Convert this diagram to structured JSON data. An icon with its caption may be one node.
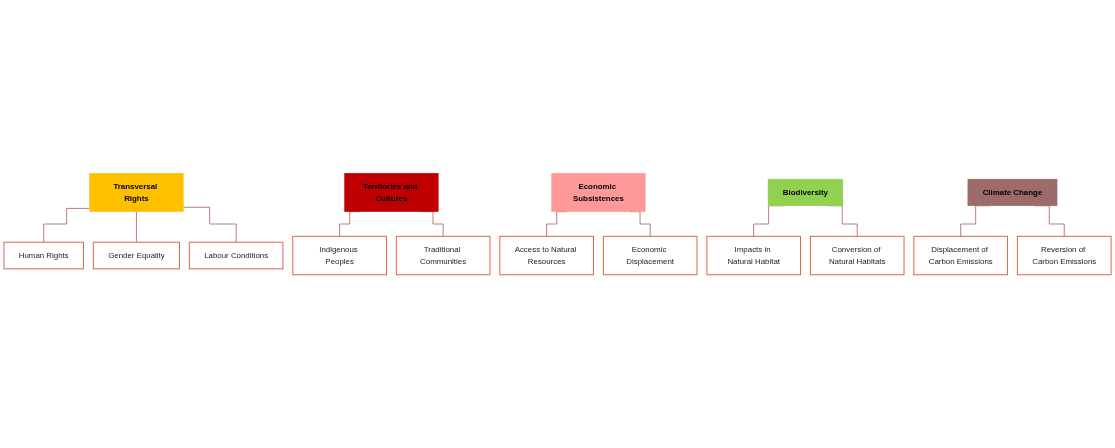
{
  "diagram": {
    "nodes": [
      {
        "text": [
          "Transversal Rights"
        ]
      },
      {
        "text": [
          "Human Rights"
        ]
      },
      {
        "text": [
          "Gender Equality"
        ]
      },
      {
        "text": [
          "Labour Conditions"
        ]
      },
      {
        "text": [
          "Territories and Cultures"
        ]
      },
      {
        "text": [
          "Indigenous Peoples"
        ]
      },
      {
        "text": [
          "Traditional Communities"
        ]
      },
      {
        "text": [
          "Economic Subsistences"
        ]
      },
      {
        "text": [
          "Access to Natural Resources"
        ]
      },
      {
        "text": [
          "Economic Displacement"
        ]
      },
      {
        "text": [
          "Biodiversity"
        ]
      },
      {
        "text": [
          "Impacts in Natural Habitat"
        ]
      },
      {
        "text": [
          "Conversion of Natural Habitats"
        ]
      },
      {
        "text": [
          "Climate Change"
        ]
      },
      {
        "text": [
          "Displacement of Carbon Emissions"
        ]
      },
      {
        "text": [
          "Reversion of Carbon Emissions"
        ]
      }
    ],
    "edges": [
      {
        "from": 0,
        "to": 1,
        "arrow": "none"
      },
      {
        "from": 0,
        "to": 2,
        "arrow": "none"
      },
      {
        "from": 0,
        "to": 3,
        "arrow": "none"
      },
      {
        "from": 4,
        "to": 5,
        "arrow": "none"
      },
      {
        "from": 4,
        "to": 6,
        "arrow": "none"
      },
      {
        "from": 7,
        "to": 8,
        "arrow": "none"
      },
      {
        "from": 7,
        "to": 9,
        "arrow": "none"
      },
      {
        "from": 10,
        "to": 11,
        "arrow": "none"
      },
      {
        "from": 10,
        "to": 12,
        "arrow": "none"
      },
      {
        "from": 13,
        "to": 14,
        "arrow": "none"
      },
      {
        "from": 13,
        "to": 15,
        "arrow": "none"
      }
    ]
  }
}
